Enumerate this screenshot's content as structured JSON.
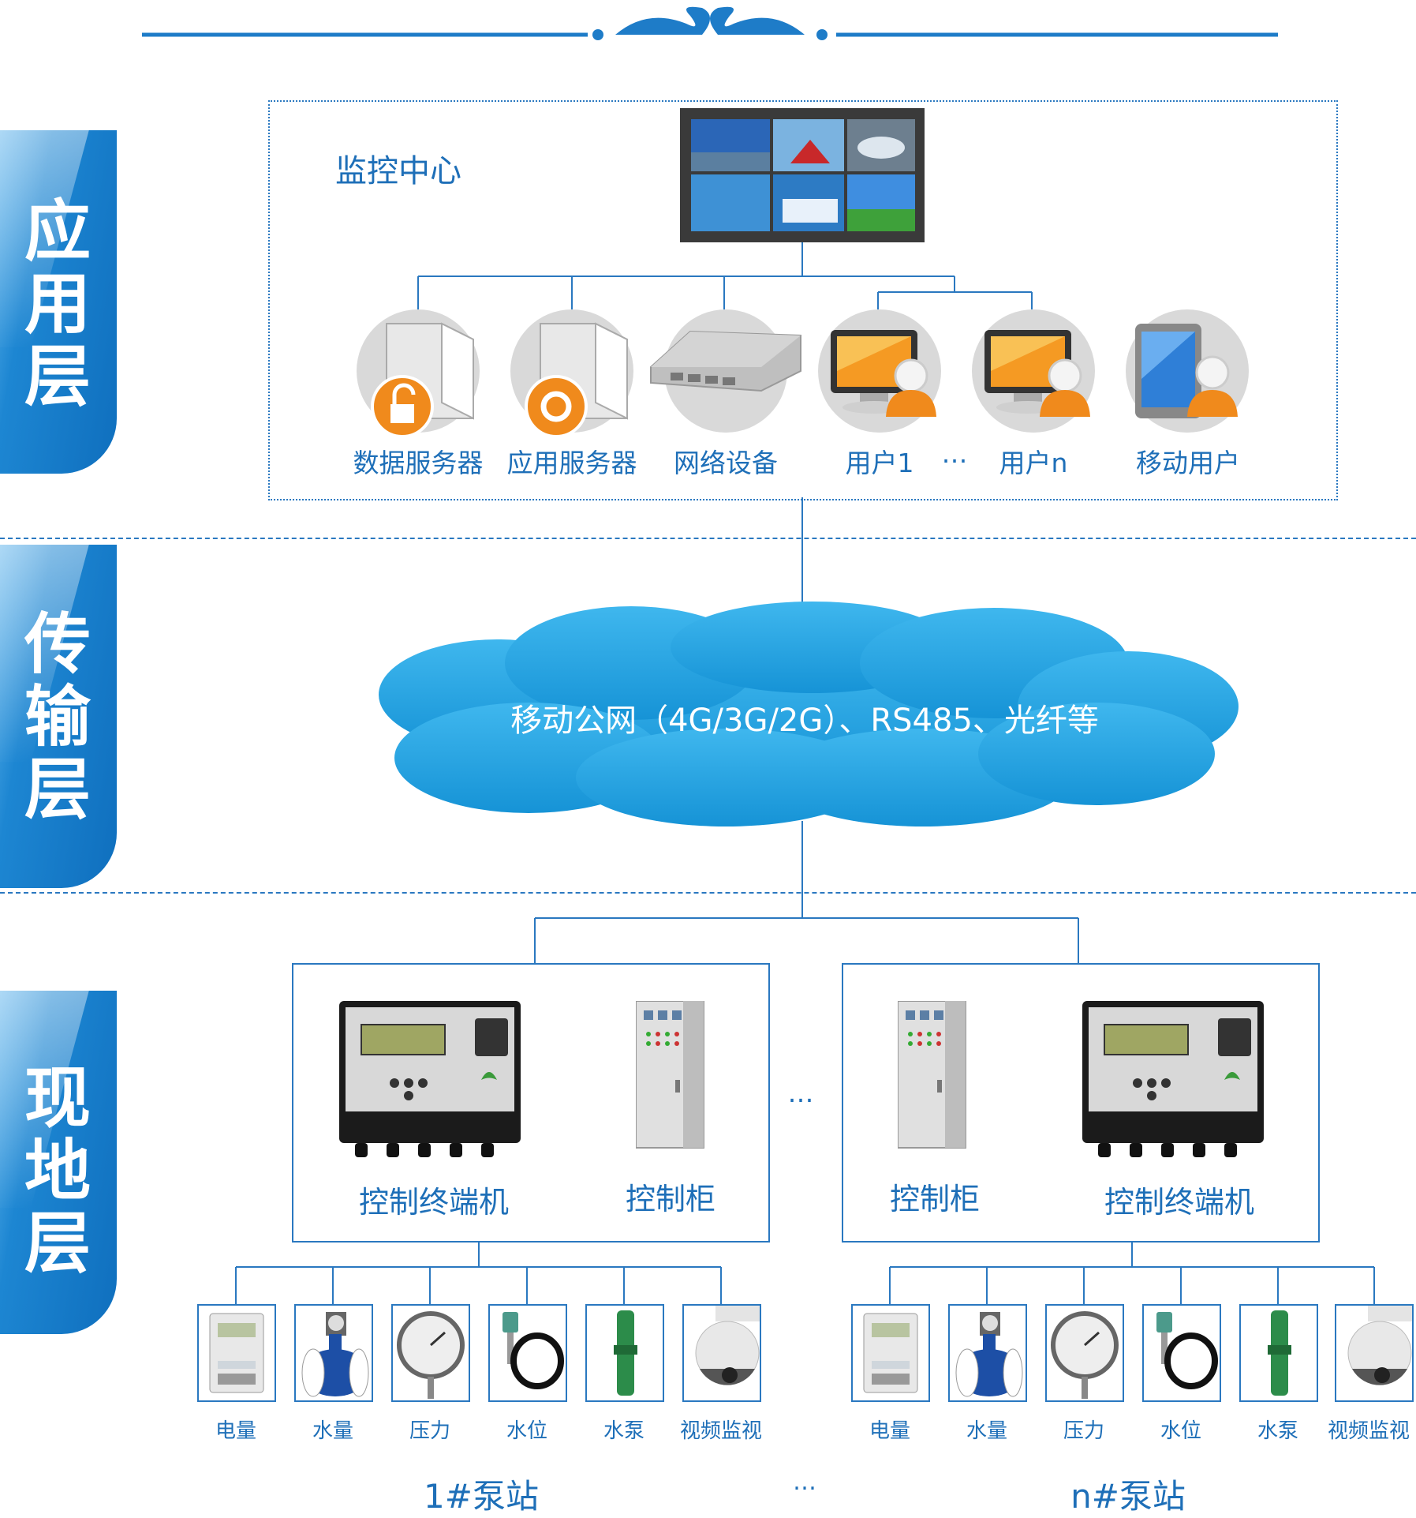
{
  "layers": {
    "application": "应用层",
    "transport": "传输层",
    "field": "现地层"
  },
  "monitor_center": "监控中心",
  "app_devices": [
    "数据服务器",
    "应用服务器",
    "网络设备",
    "用户1",
    "…",
    "用户n",
    "移动用户"
  ],
  "network": "移动公网（4G/3G/2G）、RS485、光纤等",
  "stations": [
    {
      "name": "1#泵站",
      "terminal": "控制终端机",
      "cabinet": "控制柜",
      "sensors": [
        "电量",
        "水量",
        "压力",
        "水位",
        "水泵",
        "视频监视"
      ]
    },
    {
      "name": "n#泵站",
      "terminal": "控制终端机",
      "cabinet": "控制柜",
      "sensors": [
        "电量",
        "水量",
        "压力",
        "水位",
        "水泵",
        "视频监视"
      ]
    }
  ],
  "ellipsis": "…",
  "colors": {
    "primary": "#1e6fb8",
    "cloud": "#1fa4e0",
    "tab": "#0f6fbe"
  }
}
